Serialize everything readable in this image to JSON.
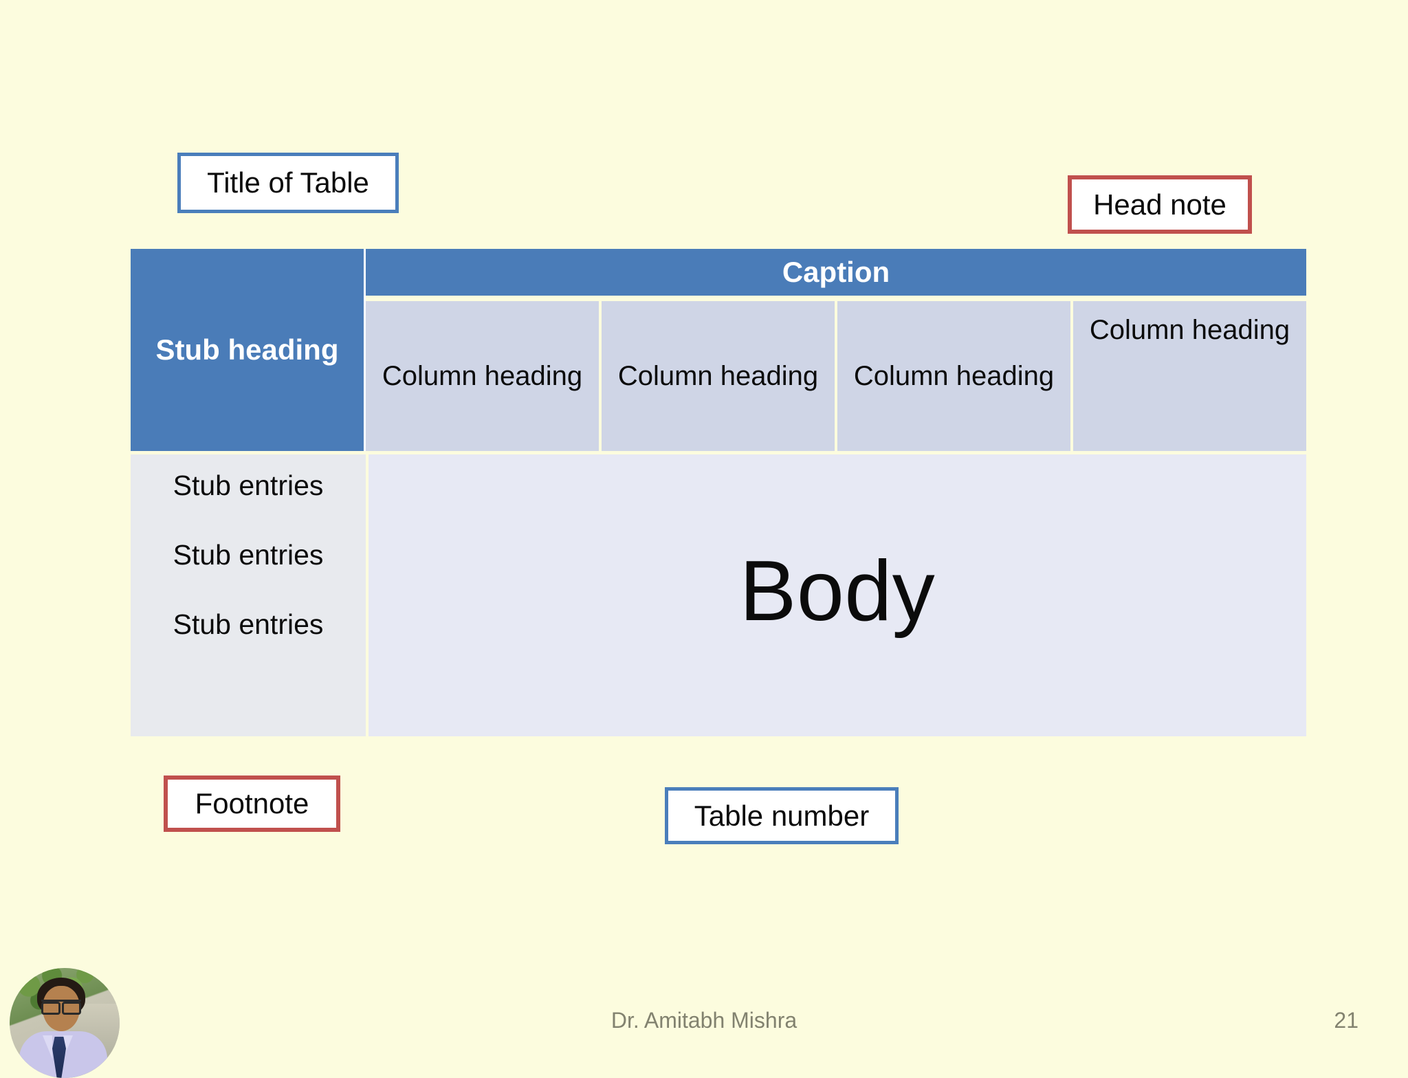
{
  "theme": {
    "background": "#FCFCDE",
    "accent_blue": "#4A7CB8",
    "callout_blue_border": "#4A7EBB",
    "callout_red_border": "#C0504D",
    "column_heading_fill": "#CFD5E6",
    "stub_entries_fill": "#E8EAEE",
    "body_fill": "#E7E9F4",
    "footer_text": "#82826F"
  },
  "callouts": {
    "title_of_table": "Title of Table",
    "head_note": "Head note",
    "footnote": "Footnote",
    "table_number": "Table number"
  },
  "table": {
    "stub_heading": "Stub heading",
    "caption": "Caption",
    "column_headings": [
      "Column heading",
      "Column heading",
      "Column heading",
      "Column heading"
    ],
    "stub_entries": [
      "Stub entries",
      "Stub entries",
      "Stub entries"
    ],
    "body_label": "Body"
  },
  "footer": {
    "presenter": "Dr. Amitabh Mishra",
    "page_number": "21",
    "avatar": "presenter-photo"
  }
}
